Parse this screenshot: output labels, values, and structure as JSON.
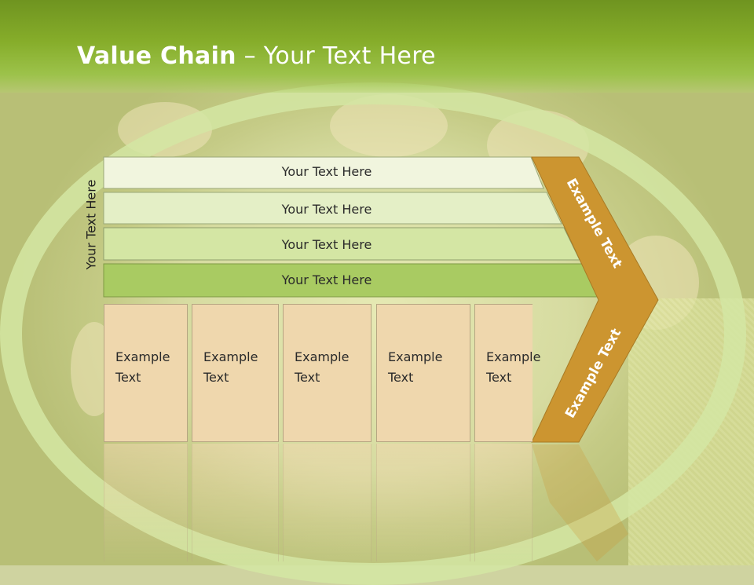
{
  "header": {
    "title_bold": "Value Chain",
    "title_rest": " – Your Text Here"
  },
  "side_label": "Your Text Here",
  "bars": [
    {
      "label": "Your Text Here"
    },
    {
      "label": "Your Text Here"
    },
    {
      "label": "Your Text Here"
    },
    {
      "label": "Your Text Here"
    }
  ],
  "boxes": [
    {
      "line1": "Example",
      "line2": "Text"
    },
    {
      "line1": "Example",
      "line2": "Text"
    },
    {
      "line1": "Example",
      "line2": "Text"
    },
    {
      "line1": "Example",
      "line2": "Text"
    },
    {
      "line1": "Example",
      "line2": "Text"
    }
  ],
  "arrow": {
    "top_label": "Example Text",
    "bottom_label": "Example Text"
  },
  "colors": {
    "header": "#86ad2a",
    "bar_1": "#f1f5de",
    "bar_2": "#e4efc6",
    "bar_3": "#d4e6a4",
    "bar_4": "#a9cb62",
    "box": "#efd7ad",
    "arrow": "#cc9530",
    "title_text": "#ffffff"
  }
}
